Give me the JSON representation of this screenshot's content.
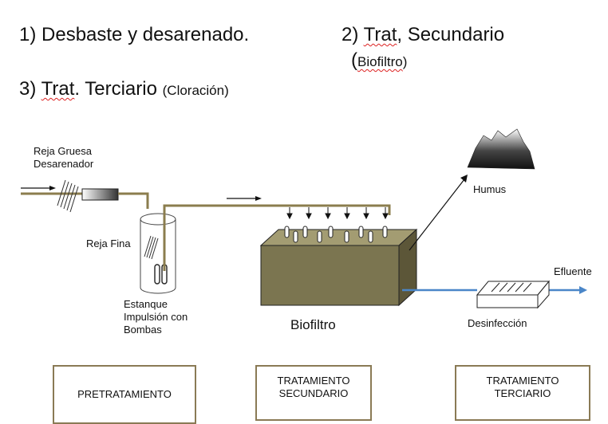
{
  "header": {
    "step1": "1)  Desbaste y desarenado.",
    "step2_prefix": "2) ",
    "step2_word": "Trat",
    "step2_suffix": ", Secundario",
    "step2_paren_open": "(",
    "step2_sub": "Biofiltro",
    "step2_paren_close": ")",
    "step3_prefix": "3)  ",
    "step3_word": "Trat",
    "step3_suffix": ". Terciario ",
    "step3_sub": "(Cloración)"
  },
  "labels": {
    "reja_gruesa_1": "Reja Gruesa",
    "reja_gruesa_2": "Desarenador",
    "reja_fina": "Reja Fina",
    "estanque_1": "Estanque",
    "estanque_2": "Impulsión con",
    "estanque_3": "Bombas",
    "biofiltro": "Biofiltro",
    "humus": "Humus",
    "efluente": "Efluente",
    "desinfeccion": "Desinfección"
  },
  "stages": {
    "pretratamiento": "PRETRATAMIENTO",
    "secundario_1": "TRATAMIENTO",
    "secundario_2": "SECUNDARIO",
    "terciario_1": "TRATAMIENTO",
    "terciario_2": "TERCIARIO"
  },
  "colors": {
    "pipe": "#8b7d4e",
    "biofilter_front": "#7b7550",
    "effluent": "#4a86c8",
    "box_border": "#8a7a55"
  }
}
